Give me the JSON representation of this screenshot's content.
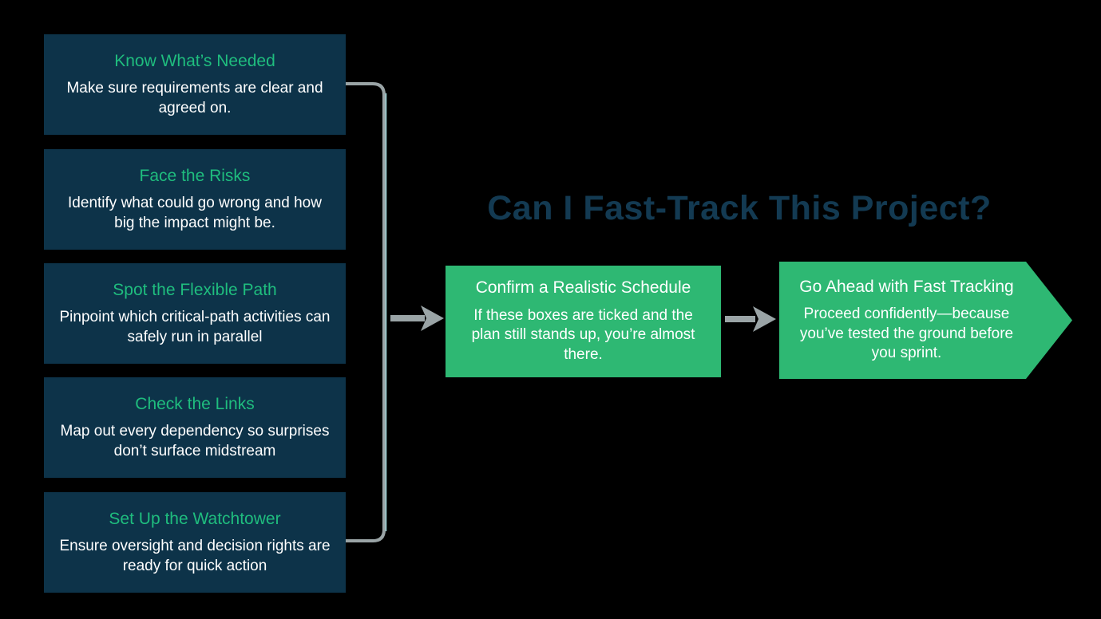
{
  "title": "Can I Fast-Track This Project?",
  "checklist": [
    {
      "title": "Know What’s Needed",
      "description": "Make sure requirements are clear and agreed on."
    },
    {
      "title": "Face the Risks",
      "description": "Identify what could go wrong and how big the impact might be."
    },
    {
      "title": "Spot the Flexible Path",
      "description": "Pinpoint which critical-path activities can safely run in parallel"
    },
    {
      "title": "Check the Links",
      "description": "Map out every dependency so surprises don’t surface midstream"
    },
    {
      "title": "Set Up the Watchtower",
      "description": "Ensure oversight and decision rights are ready for quick action"
    }
  ],
  "flow": [
    {
      "title": "Confirm a Realistic Schedule",
      "description": "If these boxes are ticked and the plan still stands up, you’re almost there."
    },
    {
      "title": "Go Ahead with Fast Tracking",
      "description": "Proceed confidently—because you’ve tested the ground before you sprint."
    }
  ],
  "colors": {
    "background": "#000000",
    "panel_navy": "#0d3349",
    "accent_green": "#2eb873",
    "heading_green": "#1fbd7e",
    "title_navy": "#133a52",
    "connector_gray": "#9aa4a6",
    "text_white": "#ffffff"
  }
}
